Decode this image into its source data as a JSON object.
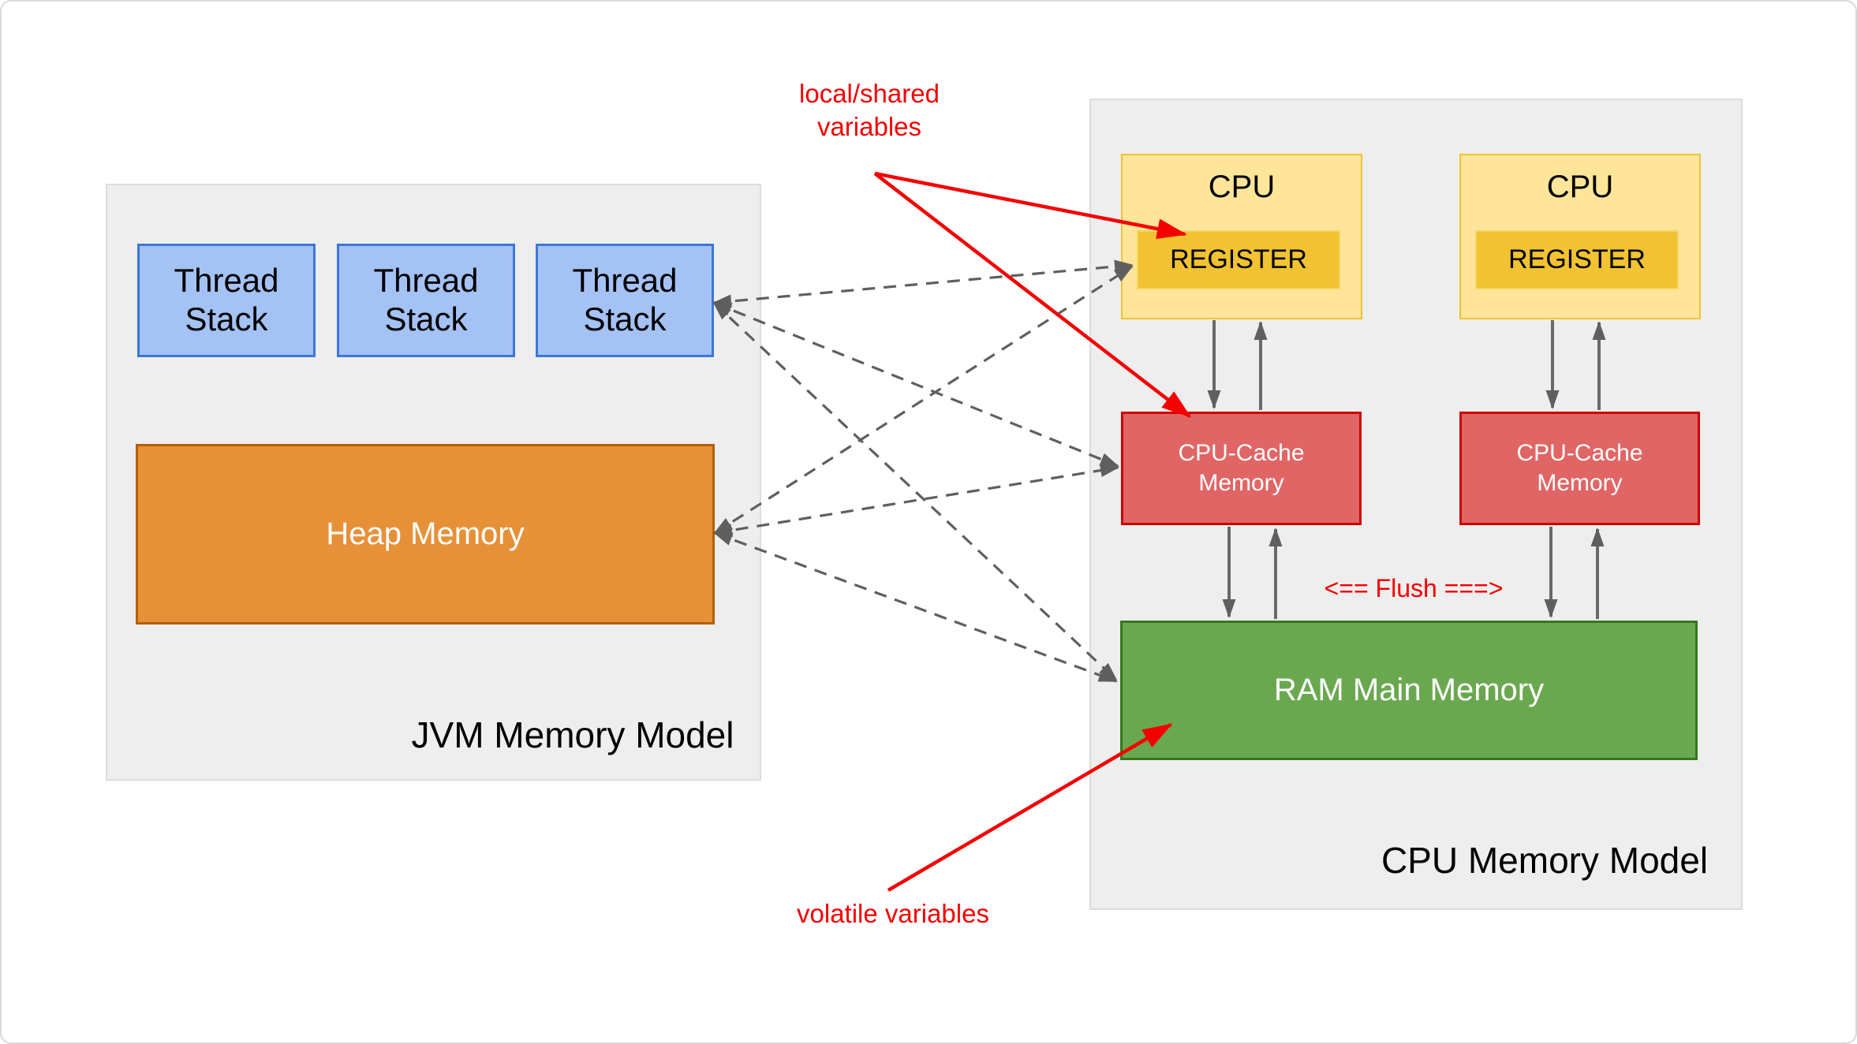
{
  "jvm": {
    "label": "JVM Memory Model",
    "thread_stacks": [
      {
        "label": "Thread Stack"
      },
      {
        "label": "Thread Stack"
      },
      {
        "label": "Thread Stack"
      }
    ],
    "heap": {
      "label": "Heap Memory"
    }
  },
  "cpu_model": {
    "label": "CPU Memory Model",
    "cpus": [
      {
        "label": "CPU",
        "register_label": "REGISTER",
        "cache_label": "CPU-Cache\nMemory"
      },
      {
        "label": "CPU",
        "register_label": "REGISTER",
        "cache_label": "CPU-Cache\nMemory"
      }
    ],
    "ram": {
      "label": "RAM Main Memory"
    }
  },
  "annotations": {
    "local_shared": "local/shared\nvariables",
    "volatile": "volatile variables",
    "flush": "<== Flush ===>"
  },
  "colors": {
    "thread_fill": "#a4c2f4",
    "thread_border": "#3c78d8",
    "heap_fill": "#e69138",
    "heap_border": "#b45f06",
    "cpu_fill": "#ffe599",
    "cpu_border": "#f1c232",
    "register_fill": "#f1c232",
    "cache_fill": "#e06666",
    "cache_border": "#cc0000",
    "ram_fill": "#6aa84f",
    "ram_border": "#38761d",
    "container_fill": "#eeeeee",
    "annotation_red": "#f40000",
    "arrow_gray": "#696969",
    "dash_gray": "#5f5f5f"
  }
}
